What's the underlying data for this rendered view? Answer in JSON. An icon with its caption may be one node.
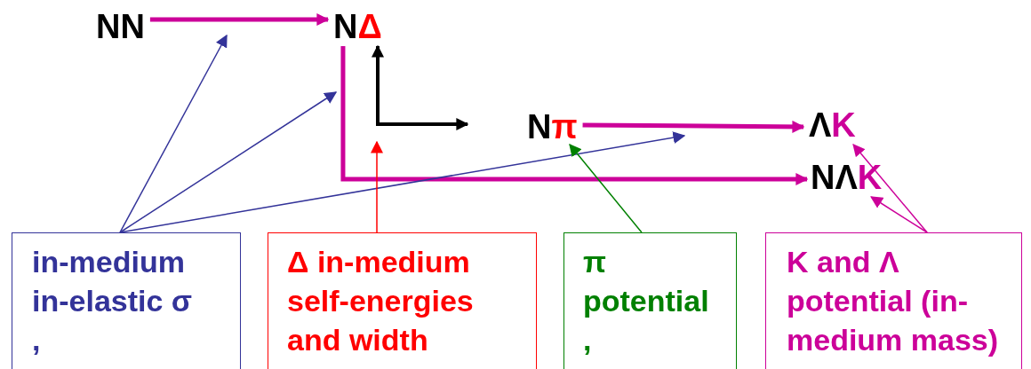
{
  "diagram": {
    "nodes": [
      {
        "text": [
          "NN"
        ]
      },
      {
        "text": [
          "NΔ"
        ]
      },
      {
        "text": [
          "Nπ"
        ]
      },
      {
        "text": [
          "ΛK"
        ]
      },
      {
        "text": [
          "NΛK"
        ]
      },
      {
        "text": [
          "in-medium in-elastic σ ,"
        ]
      },
      {
        "text": [
          "Δ in-medium self-energies and width"
        ]
      },
      {
        "text": [
          "π potential ,"
        ]
      },
      {
        "text": [
          "K and Λ potential (in- medium mass)"
        ]
      }
    ],
    "edges": [
      {
        "from": 0,
        "to": 1,
        "arrow": "to",
        "style": "thick",
        "color": "#cc0099"
      },
      {
        "from": 1,
        "to": 4,
        "arrow": "to",
        "style": "thick",
        "color": "#cc0099"
      },
      {
        "from": 2,
        "to": 3,
        "arrow": "to",
        "style": "thick",
        "color": "#cc0099"
      },
      {
        "from": 5,
        "to": null,
        "arrow": "to",
        "color": "#333399"
      },
      {
        "from": 5,
        "to": 1,
        "arrow": "to",
        "color": "#333399"
      },
      {
        "from": 5,
        "to": null,
        "arrow": "to",
        "color": "#333399"
      },
      {
        "from": 6,
        "to": 1,
        "arrow": "to",
        "color": "#ff0000"
      },
      {
        "from": 7,
        "to": 2,
        "arrow": "to",
        "color": "#008000"
      },
      {
        "from": 8,
        "to": 3,
        "arrow": "to",
        "color": "#cc0099"
      },
      {
        "from": 8,
        "to": 4,
        "arrow": "to",
        "color": "#cc0099"
      }
    ]
  }
}
